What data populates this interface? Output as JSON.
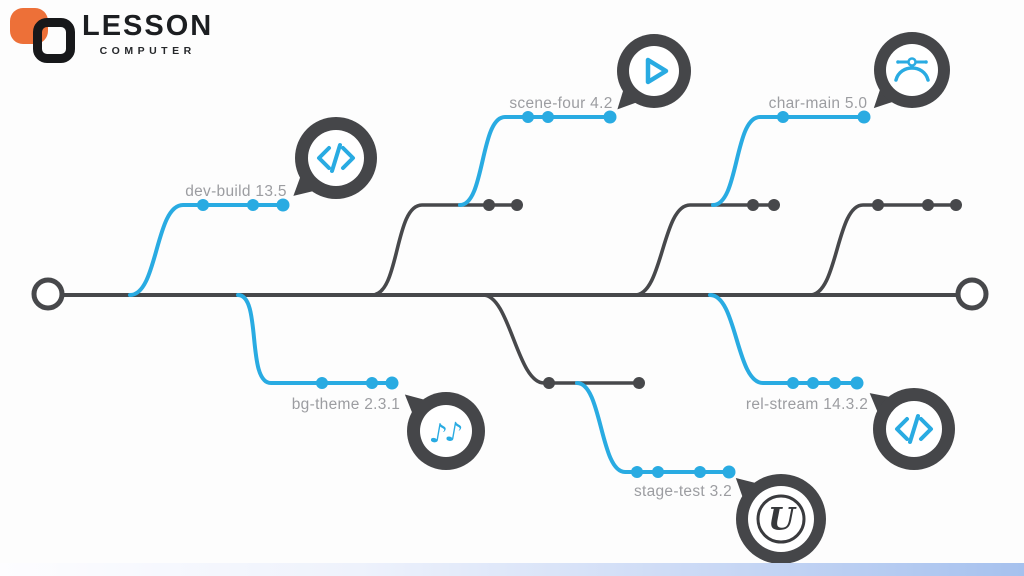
{
  "logo": {
    "title": "LESSON",
    "subtitle": "COMPUTER"
  },
  "branches": [
    {
      "name": "dev-build",
      "version": "13.5",
      "label": "dev-build 13.5",
      "color": "#29abe2",
      "commits": 3
    },
    {
      "name": "scene-four",
      "version": "4.2",
      "label": "scene-four 4.2",
      "color": "#29abe2",
      "commits": 3
    },
    {
      "name": "char-main",
      "version": "5.0",
      "label": "char-main 5.0",
      "color": "#29abe2",
      "commits": 2
    },
    {
      "name": "bg-theme",
      "version": "2.3.1",
      "label": "bg-theme 2.3.1",
      "color": "#29abe2",
      "commits": 3
    },
    {
      "name": "rel-stream",
      "version": "14.3.2",
      "label": "rel-stream 14.3.2",
      "color": "#29abe2",
      "commits": 4
    },
    {
      "name": "stage-test",
      "version": "3.2",
      "label": "stage-test 3.2",
      "color": "#29abe2",
      "commits": 4
    }
  ],
  "unlabeled_dark_branches": 4,
  "bubbles": [
    {
      "icon": "code-icon"
    },
    {
      "icon": "play-icon"
    },
    {
      "icon": "pen-tool-icon"
    },
    {
      "icon": "music-notes-icon",
      "glyph": "♪"
    },
    {
      "icon": "code-icon"
    },
    {
      "icon": "unreal-engine-icon",
      "glyph": "U"
    }
  ],
  "colors": {
    "accent_blue": "#29abe2",
    "line_dark": "#47484b",
    "label_gray": "#9c9da1",
    "logo_orange": "#ed7038",
    "logo_black": "#17181a",
    "footer_blue": "#a6c1ee"
  }
}
